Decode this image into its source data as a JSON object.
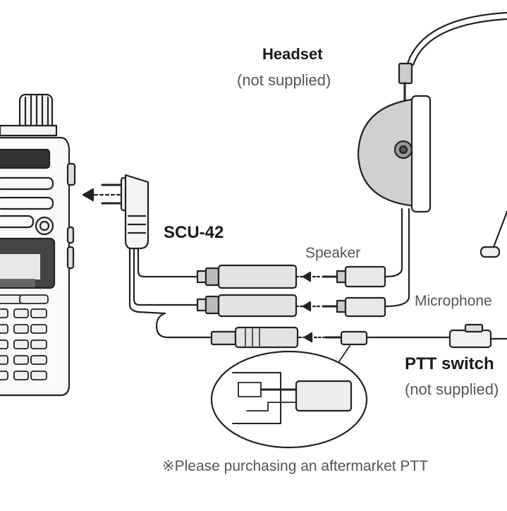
{
  "headset": {
    "title": "Headset",
    "note": "(not supplied)"
  },
  "adapter": {
    "name": "SCU-42"
  },
  "connections": {
    "speaker": "Speaker",
    "microphone": "Microphone",
    "ptt_switch": "PTT switch",
    "ptt_note": "(not supplied)"
  },
  "footnote": "※Please purchasing an aftermarket PTT"
}
